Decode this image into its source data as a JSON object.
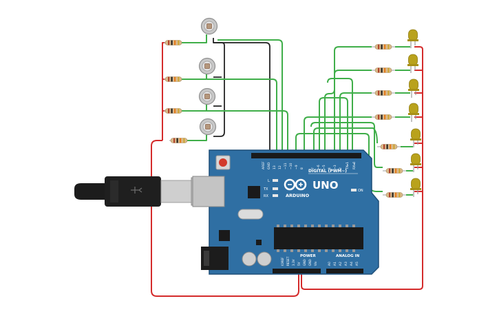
{
  "board": {
    "brand": "ARDUINO",
    "model": "UNO",
    "digital_label": "DIGITAL (PWM~)",
    "power_label": "POWER",
    "analog_label": "ANALOG IN",
    "on_label": "ON",
    "l_label": "L",
    "tx_label": "TX",
    "rx_label": "RX",
    "top_pins": [
      "AREF",
      "GND",
      "13",
      "12",
      "~11",
      "~10",
      "~9",
      "8",
      "7",
      "~6",
      "~5",
      "4",
      "~3",
      "2",
      "TX▸1",
      "RX◂0"
    ],
    "power_pins": [
      "IOREF",
      "RESET",
      "3.3V",
      "5V",
      "GND",
      "GND",
      "Vin"
    ],
    "analog_pins": [
      "A0",
      "A1",
      "A2",
      "A3",
      "A4",
      "A5"
    ]
  },
  "colors": {
    "board": "#2f6fa3",
    "board_edge": "#1f4f78",
    "wire_green": "#3fae49",
    "wire_red": "#d42b2b",
    "wire_black": "#222222",
    "led": "#b9a21c",
    "resistor": "#d9b98a"
  },
  "icons": [
    "usb-plug-icon",
    "arduino-infinity-logo-icon",
    "photoresistor-icon",
    "resistor-icon",
    "led-icon",
    "reset-button-icon"
  ]
}
